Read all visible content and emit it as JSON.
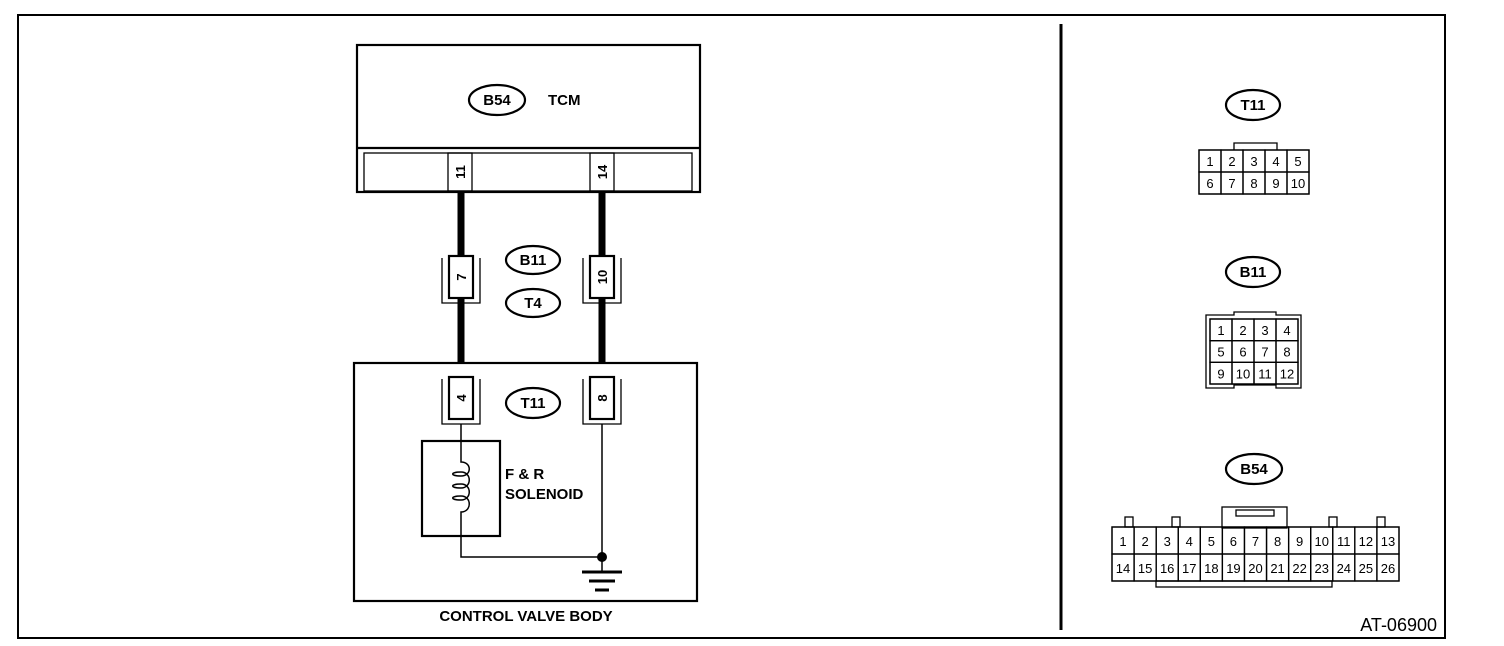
{
  "connector_codes": {
    "tcm": "B54",
    "harness_top": "B11",
    "harness_bottom": "T4",
    "valve": "T11"
  },
  "modules": {
    "tcm": "TCM",
    "control_valve_body": "CONTROL VALVE BODY",
    "solenoid_line1": "F & R",
    "solenoid_line2": "SOLENOID"
  },
  "pins": {
    "tcm_a": "11",
    "tcm_b": "14",
    "harness_a": "7",
    "harness_b": "10",
    "valve_a": "4",
    "valve_b": "8"
  },
  "connector_views": {
    "t11": {
      "code": "T11",
      "row1": [
        "1",
        "2",
        "3",
        "4",
        "5"
      ],
      "row2": [
        "6",
        "7",
        "8",
        "9",
        "10"
      ]
    },
    "b11": {
      "code": "B11",
      "row1": [
        "1",
        "2",
        "3",
        "4"
      ],
      "row2": [
        "5",
        "6",
        "7",
        "8"
      ],
      "row3": [
        "9",
        "10",
        "11",
        "12"
      ]
    },
    "b54": {
      "code": "B54",
      "row1": [
        "1",
        "2",
        "3",
        "4",
        "5",
        "6",
        "7",
        "8",
        "9",
        "10",
        "11",
        "12",
        "13"
      ],
      "row2": [
        "14",
        "15",
        "16",
        "17",
        "18",
        "19",
        "20",
        "21",
        "22",
        "23",
        "24",
        "25",
        "26"
      ]
    }
  },
  "figure_id": "AT-06900"
}
